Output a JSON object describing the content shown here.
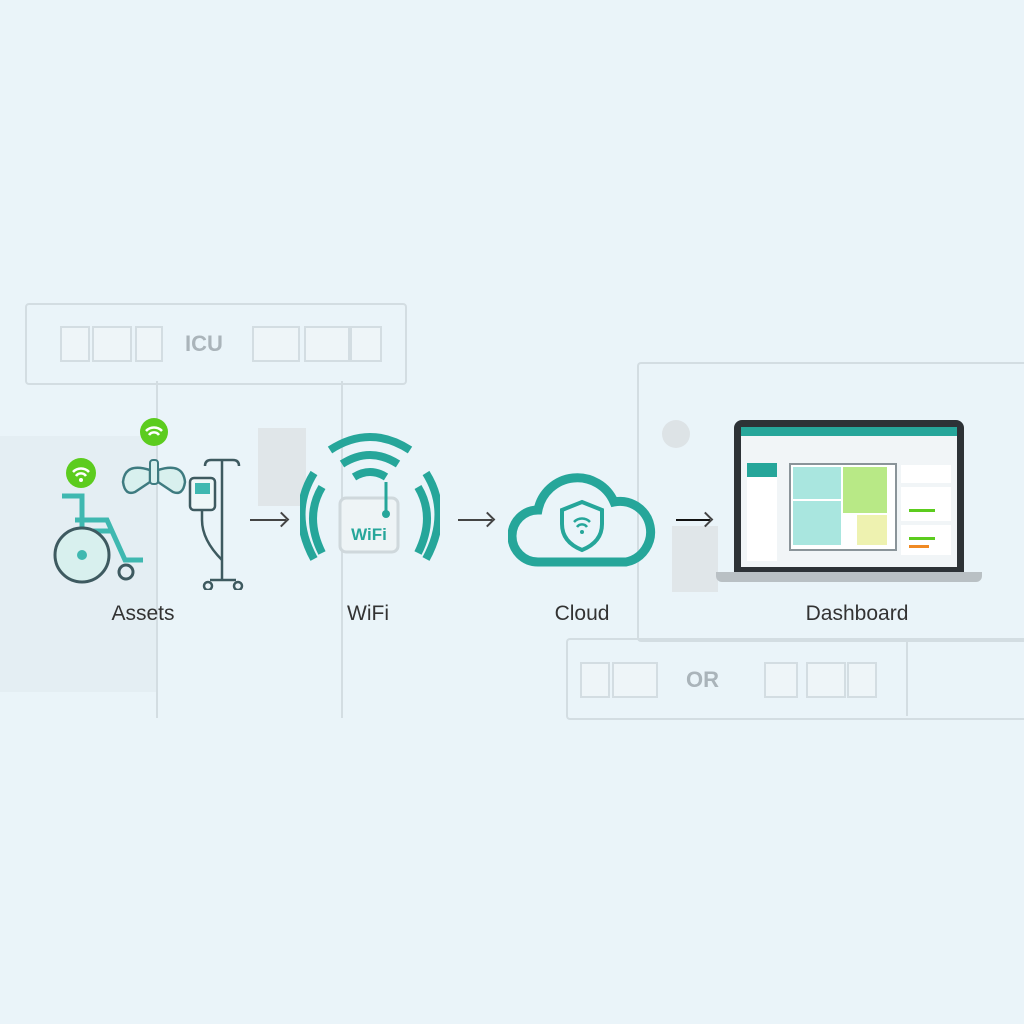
{
  "colors": {
    "teal": "#26a69a",
    "green": "#5ccc1e",
    "background": "#eaf4f9"
  },
  "zones": {
    "top": "ICU",
    "bottom": "OR"
  },
  "stages": [
    {
      "label": "Assets",
      "icons": [
        "wheelchair-icon",
        "ventilator-icon",
        "iv-pump-icon"
      ]
    },
    {
      "label": "WiFi",
      "badge": "WiFi"
    },
    {
      "label": "Cloud"
    },
    {
      "label": "Dashboard"
    }
  ]
}
